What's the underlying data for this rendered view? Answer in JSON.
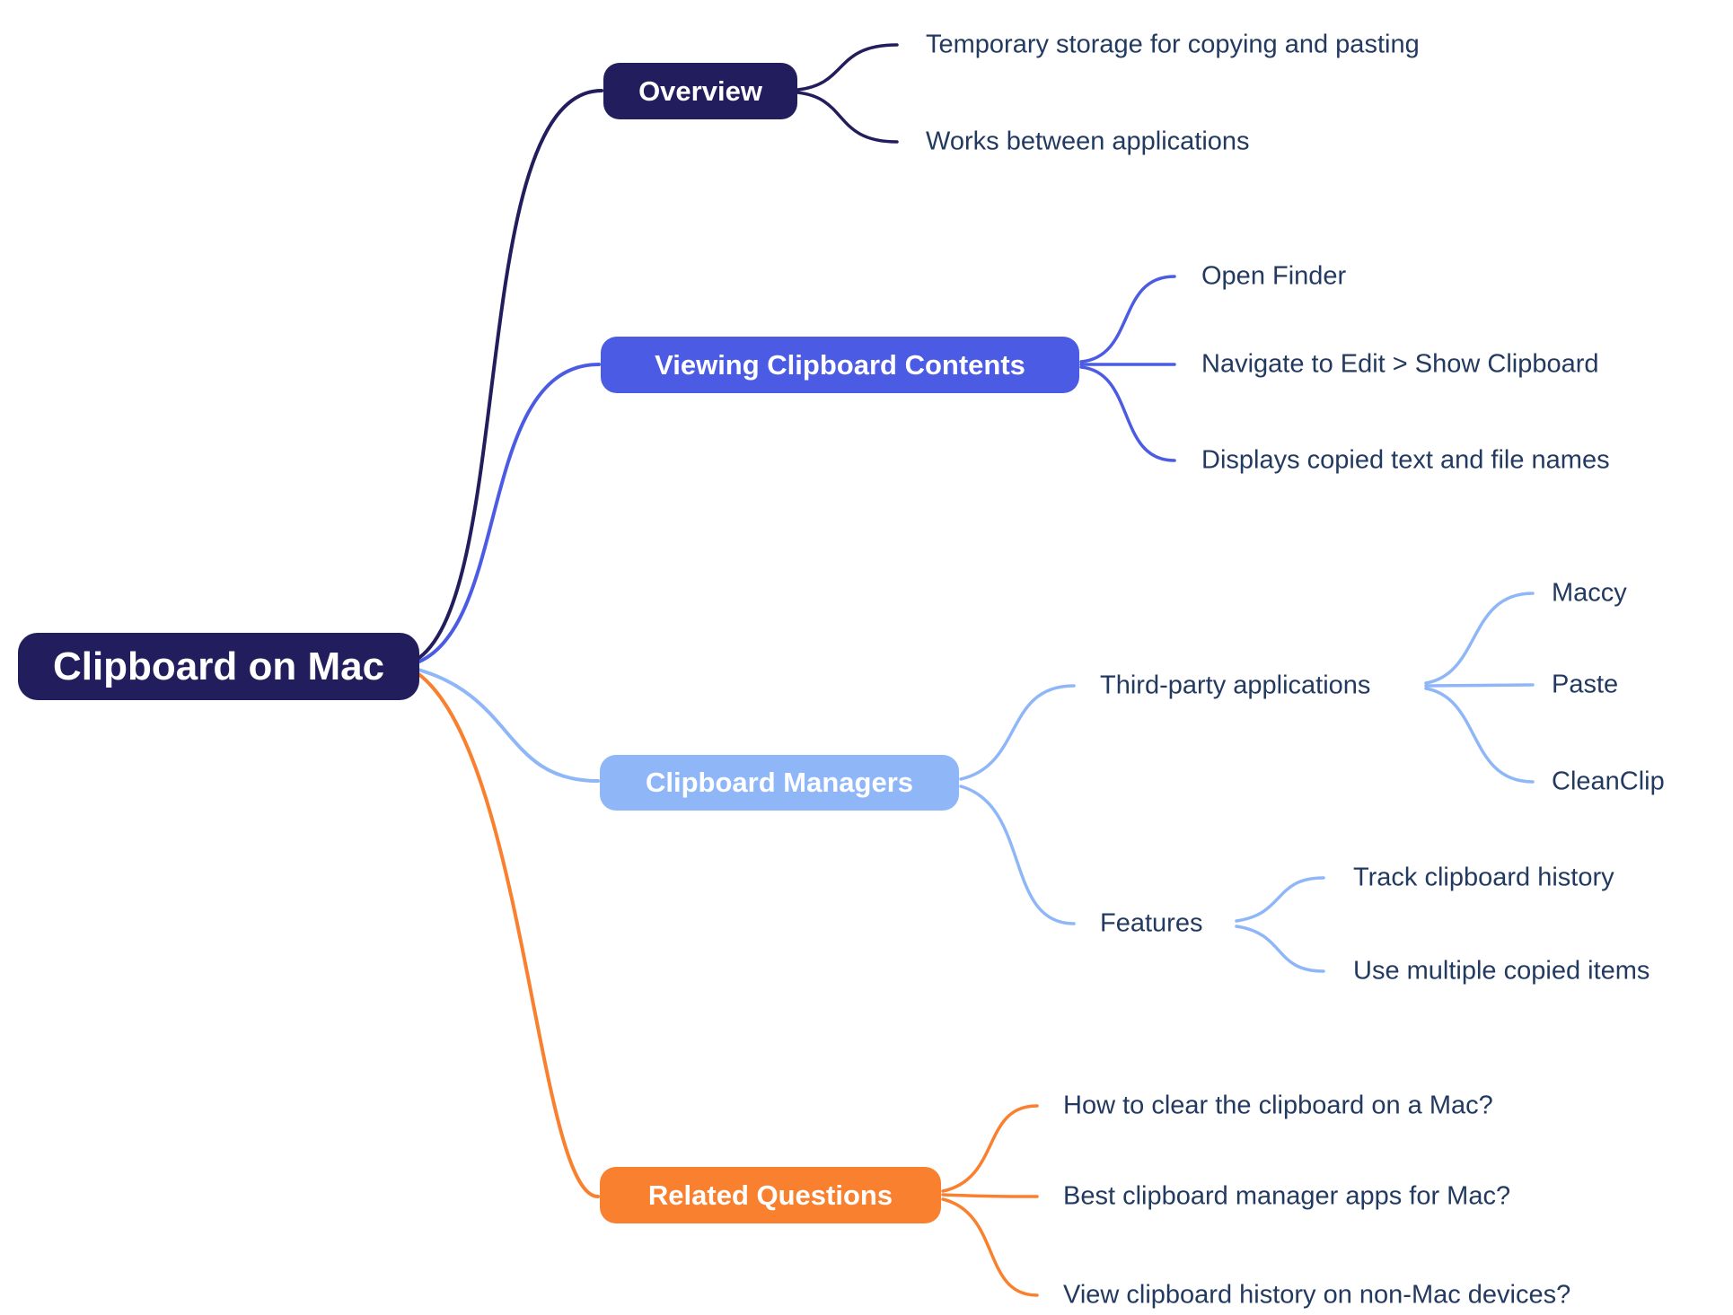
{
  "app": {
    "background": "#ffffff"
  },
  "colors": {
    "navy": "#221d5c",
    "indigo": "#4c5be3",
    "light_blue": "#8fb7f8",
    "orange": "#f8802e",
    "leaf_text": "#233a60",
    "node_text": "#ffffff"
  },
  "root": {
    "label": "Clipboard on Mac",
    "color": "#221d5c"
  },
  "branches": [
    {
      "label": "Overview",
      "color": "#221d5c",
      "children": [
        {
          "label": "Temporary storage for copying and pasting"
        },
        {
          "label": "Works between applications"
        }
      ]
    },
    {
      "label": "Viewing Clipboard Contents",
      "color": "#4c5be3",
      "children": [
        {
          "label": "Open Finder"
        },
        {
          "label": "Navigate to Edit > Show Clipboard"
        },
        {
          "label": "Displays copied text and file names"
        }
      ]
    },
    {
      "label": "Clipboard Managers",
      "color": "#8fb7f8",
      "children": [
        {
          "label": "Third-party applications",
          "children": [
            {
              "label": "Maccy"
            },
            {
              "label": "Paste"
            },
            {
              "label": "CleanClip"
            }
          ]
        },
        {
          "label": "Features",
          "children": [
            {
              "label": "Track clipboard history"
            },
            {
              "label": "Use multiple copied items"
            }
          ]
        }
      ]
    },
    {
      "label": "Related Questions",
      "color": "#f8802e",
      "children": [
        {
          "label": "How to clear the clipboard on a Mac?"
        },
        {
          "label": "Best clipboard manager apps for Mac?"
        },
        {
          "label": "View clipboard history on non-Mac devices?"
        }
      ]
    }
  ]
}
